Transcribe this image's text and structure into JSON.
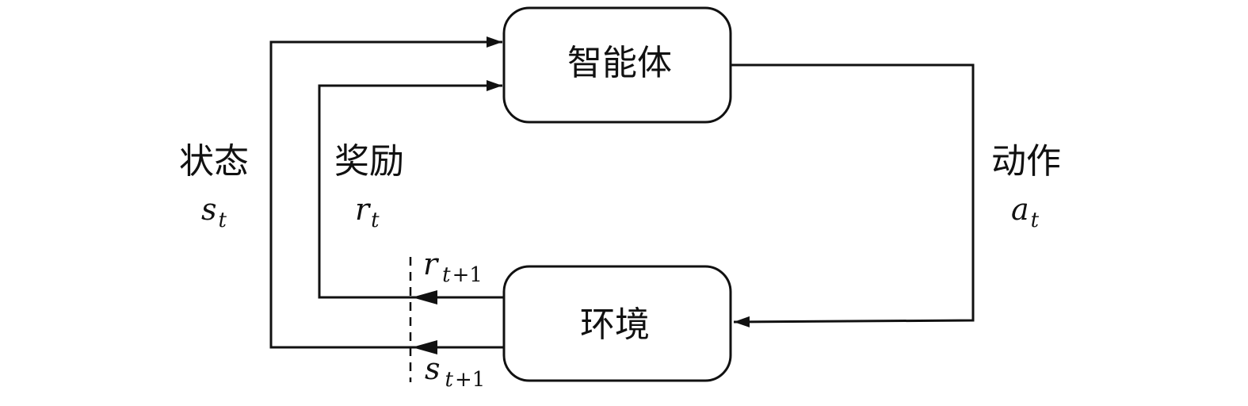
{
  "nodes": {
    "agent": {
      "label": "智能体"
    },
    "environment": {
      "label": "环境"
    }
  },
  "edges": {
    "state": {
      "label": "状态",
      "symbol": "s",
      "subscript": "t"
    },
    "reward": {
      "label": "奖励",
      "symbol": "r",
      "subscript": "t"
    },
    "action": {
      "label": "动作",
      "symbol": "a",
      "subscript": "t"
    },
    "next_reward": {
      "symbol": "r",
      "subscript_var": "t",
      "subscript_rest": "+1"
    },
    "next_state": {
      "symbol": "s",
      "subscript_var": "t",
      "subscript_rest": "+1"
    }
  },
  "colors": {
    "stroke": "#111111",
    "background": "#ffffff"
  }
}
